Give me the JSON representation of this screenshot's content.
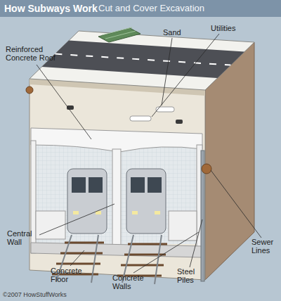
{
  "diagram": {
    "title": "How Subways Work",
    "labels": [
      "Cut and Cover Excavation",
      "Sand",
      "Reinforced Concrete Roof",
      "Utilities",
      "Central Wall",
      "Concrete Floor",
      "Concrete Walls",
      "Steel Piles",
      "Sewer Lines",
      "©2007 HowStuffWorks"
    ]
  }
}
